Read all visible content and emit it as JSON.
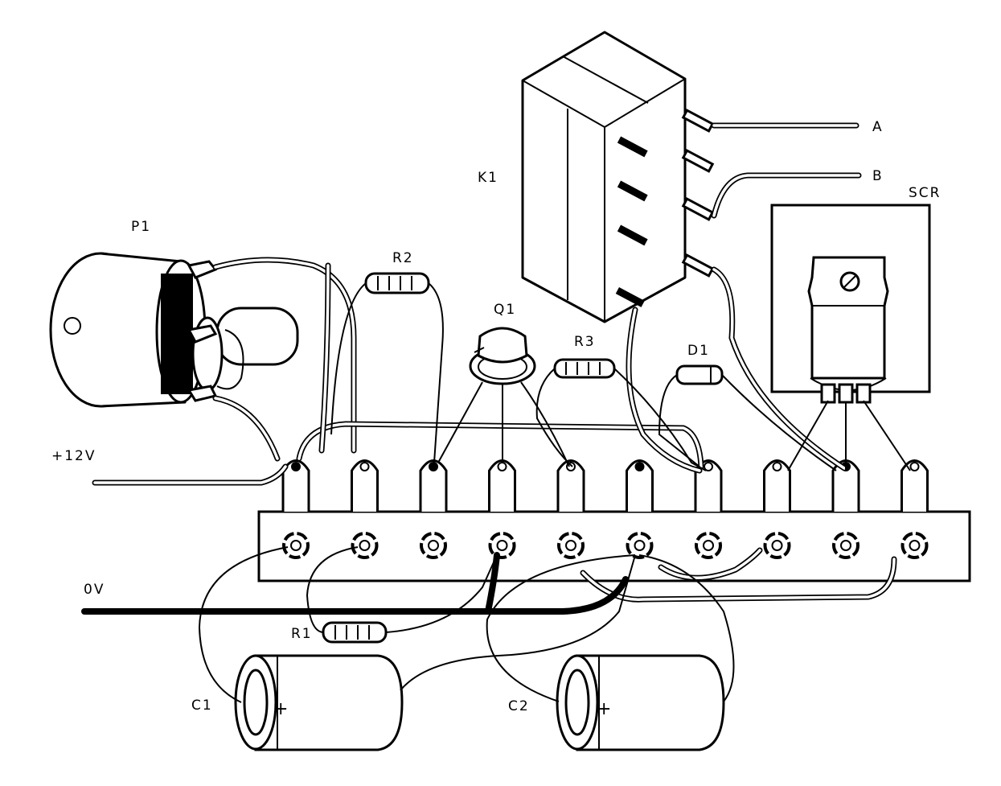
{
  "labels": {
    "p1": "P1",
    "r2": "R2",
    "q1": "Q1",
    "r3": "R3",
    "d1": "D1",
    "k1": "K1",
    "scr": "SCR",
    "a": "A",
    "b": "B",
    "plus12v": "+12V",
    "zero_v": "0V",
    "r1": "R1",
    "c1": "C1",
    "c2": "C2",
    "c1_plus": "+",
    "c2_plus": "+"
  }
}
